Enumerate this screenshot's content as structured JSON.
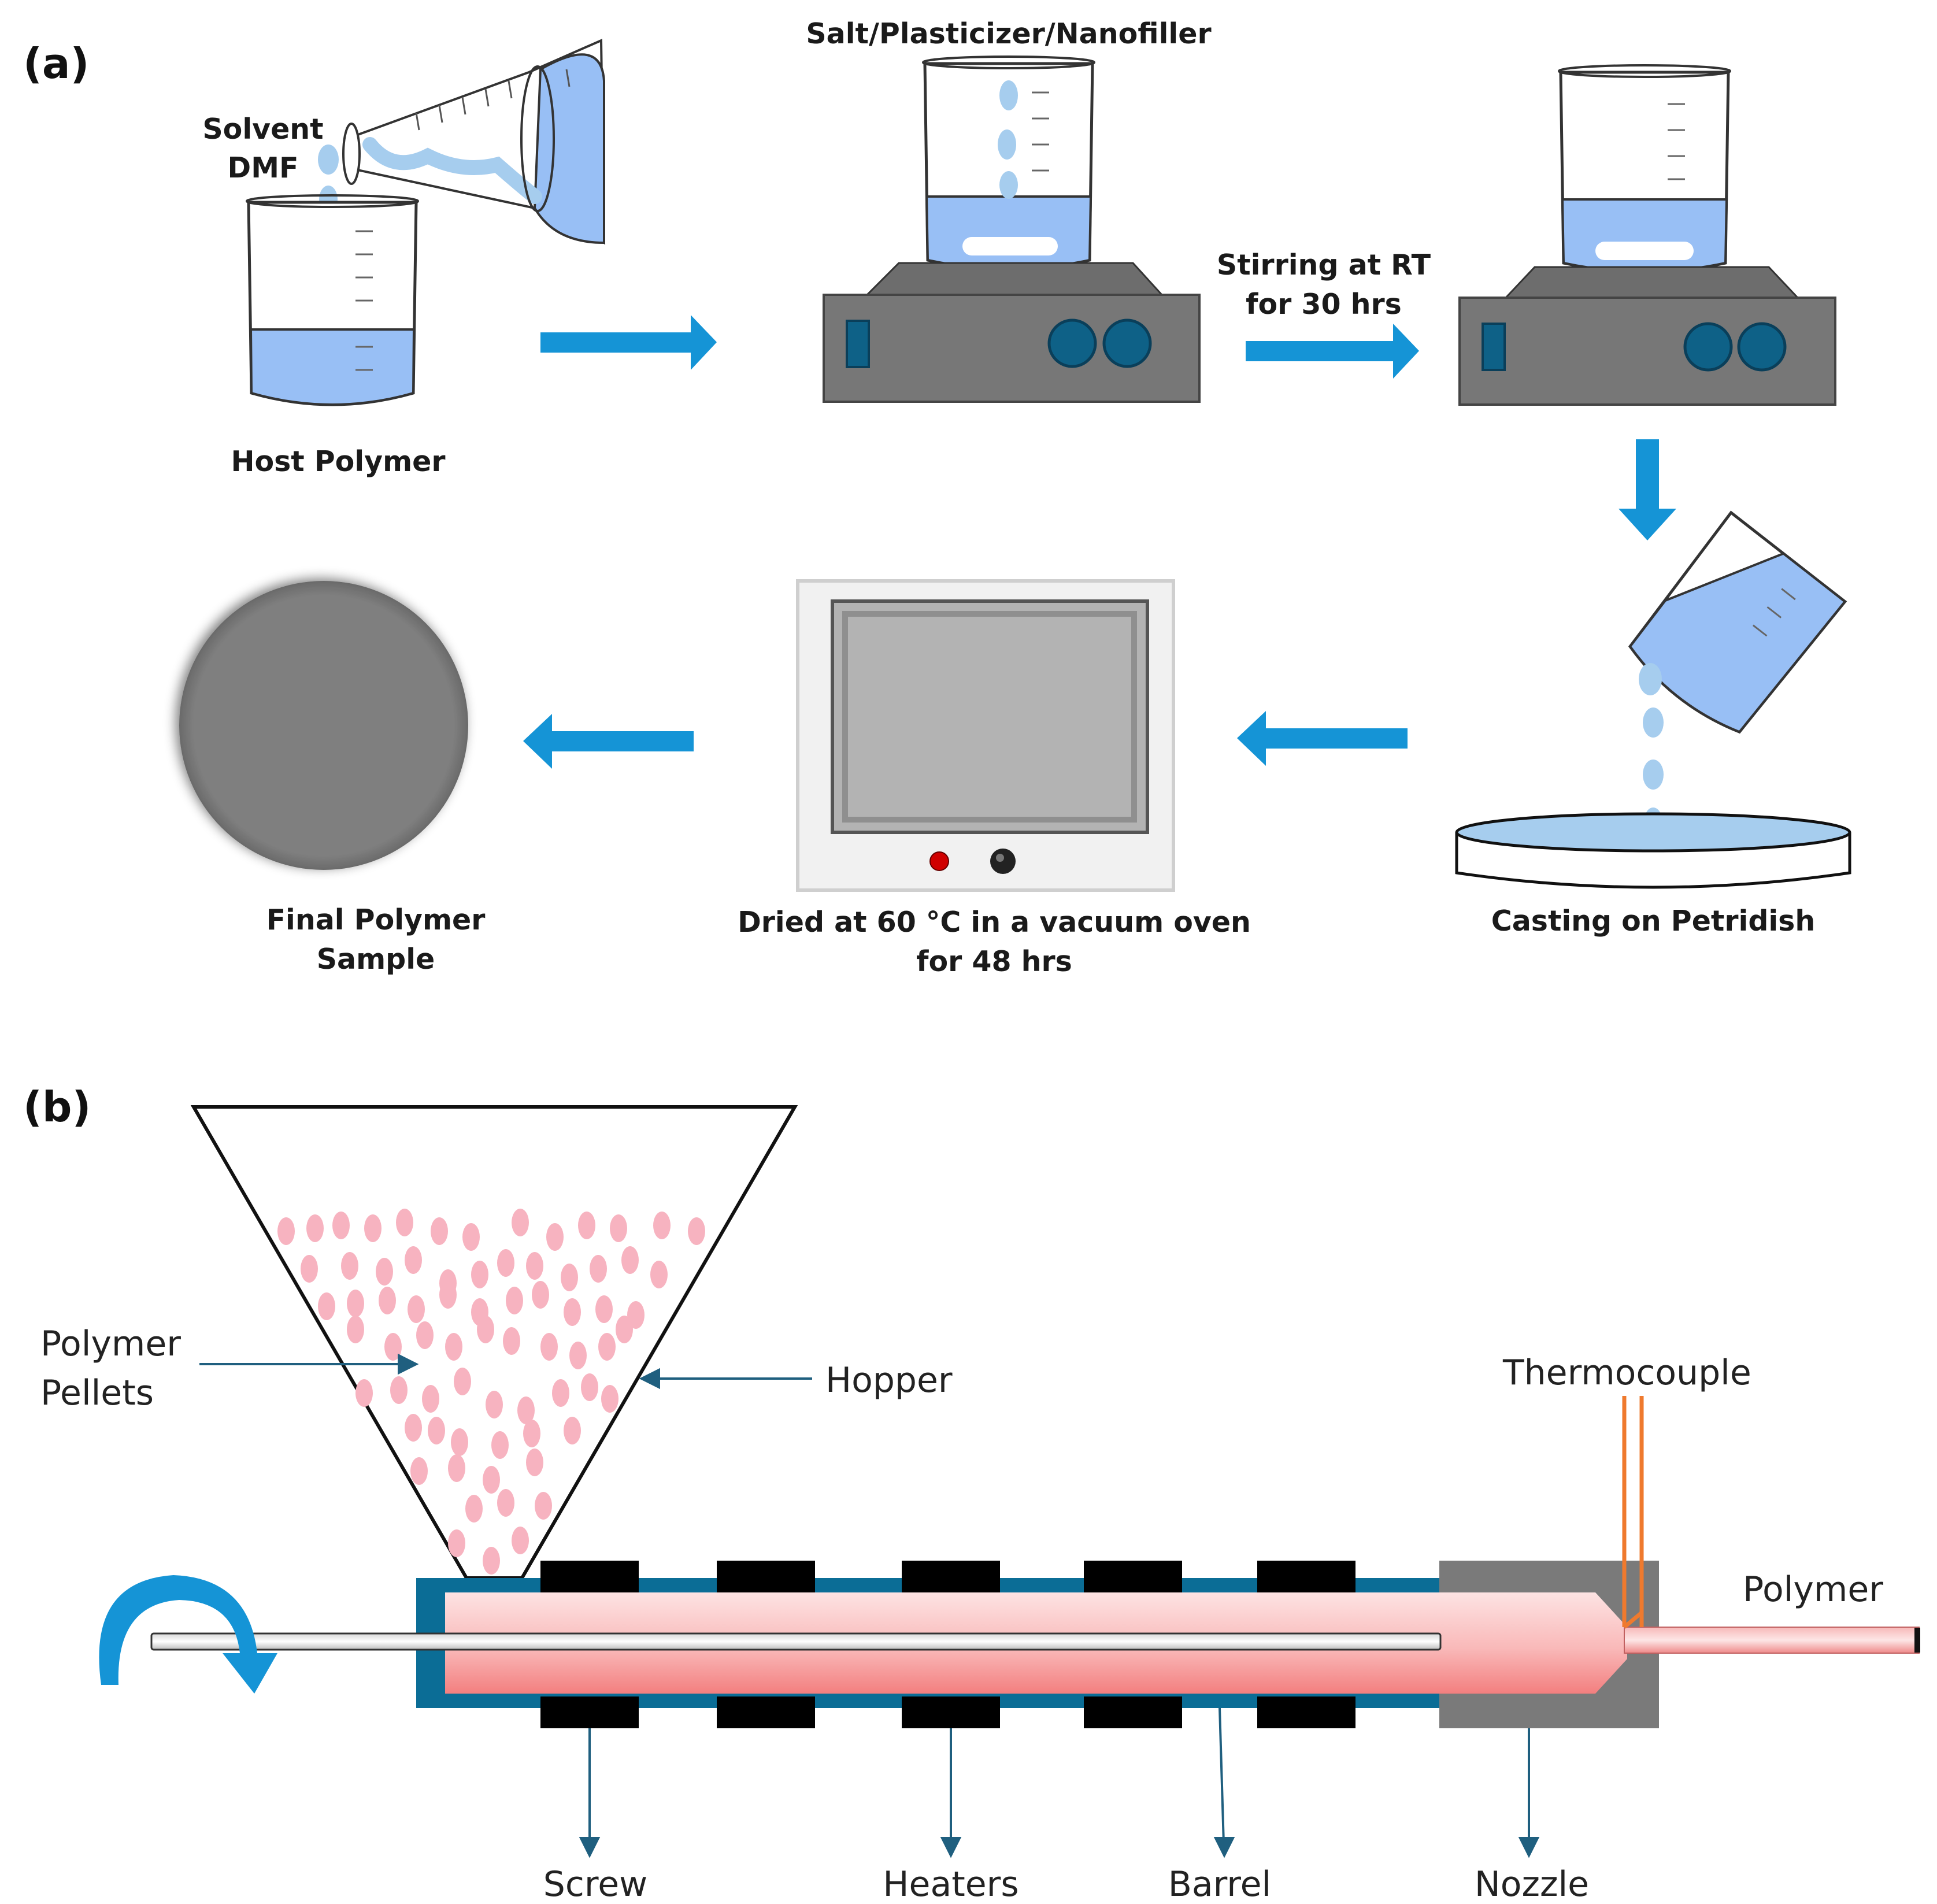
{
  "panel_a": {
    "label": "(a)",
    "steps": {
      "solvent_line1": "Solvent",
      "solvent_line2": "DMF",
      "host_polymer": "Host Polymer",
      "salt_additives": "Salt/Plasticizer/Nanofiller",
      "stirring_line1": "Stirring at RT",
      "stirring_line2": "for 30 hrs",
      "casting": "Casting on Petridish",
      "dried_line1": "Dried at 60 °C in a vacuum oven",
      "dried_line2": "for 48 hrs",
      "final_line1": "Final Polymer",
      "final_line2": "Sample"
    }
  },
  "panel_b": {
    "label": "(b)",
    "labels": {
      "pellets_line1": "Polymer",
      "pellets_line2": "Pellets",
      "hopper": "Hopper",
      "thermocouple": "Thermocouple",
      "polymer_out": "Polymer",
      "screw": "Screw",
      "heaters": "Heaters",
      "barrel": "Barrel",
      "nozzle": "Nozzle"
    }
  },
  "colors": {
    "arrow_blue": "#1594d6",
    "liquid_blue": "#98bff5",
    "drop_blue": "#a6cdee",
    "stirrer_gray": "#6d6d6d",
    "knob_blue": "#0e6187",
    "barrel_blue": "#0b6d96",
    "melt_pink": "#f7a6a6",
    "pellet_pink": "#f7b3c0",
    "heater_black": "#000000",
    "nozzle_gray": "#7a7a7a",
    "thermocouple_orange": "#ef7a2e",
    "sample_gray": "#7f7f7f"
  },
  "icons": [
    "pouring-flask-icon",
    "beaker-icon",
    "magnetic-stirrer-icon",
    "petri-dish-icon",
    "vacuum-oven-icon",
    "rotation-arrow-icon"
  ]
}
